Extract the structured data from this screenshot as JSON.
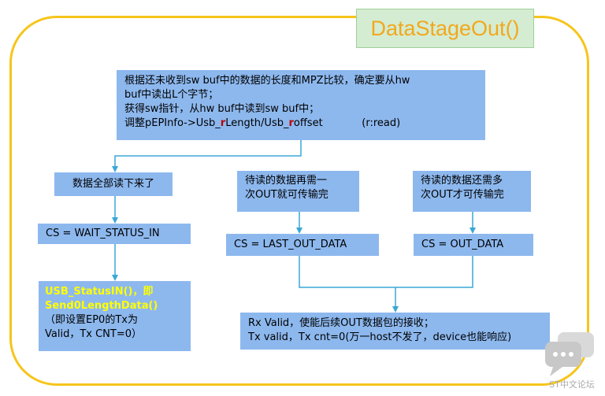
{
  "title": "DataStageOut()",
  "main_box": {
    "lines": [
      [
        "根据还未收到sw buf中的数据的长度和MPZ比较，确定要从hw"
      ],
      [
        "buf中读出L个字节；"
      ],
      [
        "获得sw指针，从hw buf中读到sw buf中；"
      ]
    ],
    "line4_pre": "调整pEPInfo->Usb_",
    "line4_r1": "r",
    "line4_mid": "Length/Usb_",
    "line4_r2": "r",
    "line4_post": "offset            (r:read)"
  },
  "all_read": "数据全部读下来了",
  "cs_wait": "CS = WAIT_STATUS_IN",
  "wait_last": {
    "line1": "待读的数据再需一",
    "line2": "次OUT就可传输完"
  },
  "wait_more": {
    "line1": "待读的数据还需多",
    "line2": "次OUT才可传输完"
  },
  "cs_last": "CS = LAST_OUT_DATA",
  "cs_out": "CS = OUT_DATA",
  "usb_box": {
    "y1": "USB_StatusIN()，即",
    "y2": "Send0LengthData()",
    "b1": "（即设置EP0的Tx为",
    "b2": "Valid，Tx CNT=0）"
  },
  "rx_box": {
    "line1": "Rx Valid，使能后续OUT数据包的接收；",
    "line2": "Tx valid，Tx cnt=0(万一host不发了，device也能响应)"
  },
  "watermark": "ST中文论坛",
  "colors": {
    "frame": "#f6c51b",
    "box": "#8db8ee",
    "arrow": "#3aa7d6",
    "title": "#f2a81d",
    "highlight": "#ffff00",
    "red": "#c00000"
  }
}
